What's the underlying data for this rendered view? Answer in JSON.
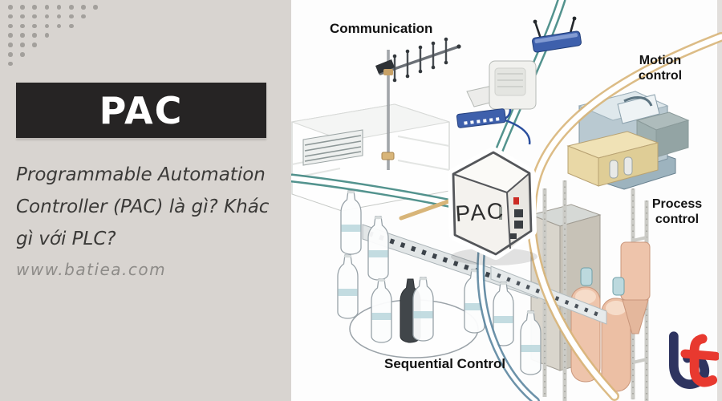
{
  "left_panel": {
    "title": "PAC",
    "subtitle": "Programmable Automation Controller (PAC) là gì? Khác gì với PLC?",
    "subtitle_lines": [
      "Programmable Automation",
      "Controller (PAC) là gì? Khác",
      "gì với PLC?"
    ],
    "website": "www.batiea.com",
    "colors": {
      "background": "#d8d4d0",
      "banner_bg": "#262424",
      "banner_text": "#ffffff",
      "subtitle_text": "#3b3a38",
      "website_text": "#8d8b88",
      "dots": "#a3a09c"
    }
  },
  "illustration": {
    "labels": {
      "communication": "Communication",
      "motion_control": "Motion control",
      "process_control": "Process control",
      "sequential_control": "Sequential Control",
      "pac_device": "PAC"
    },
    "colors": {
      "teal_curve": "#35807a",
      "tan_curve": "#d8b579",
      "slate_curve": "#5c86a0",
      "blue_device": "#3e60ac",
      "tank_pink": "#eec4ab",
      "machine_gray": "#b9c9d1",
      "label_text": "#121212"
    }
  },
  "logo": {
    "text": "bt",
    "b_color": "#2e3460",
    "t_color": "#e8392f"
  }
}
